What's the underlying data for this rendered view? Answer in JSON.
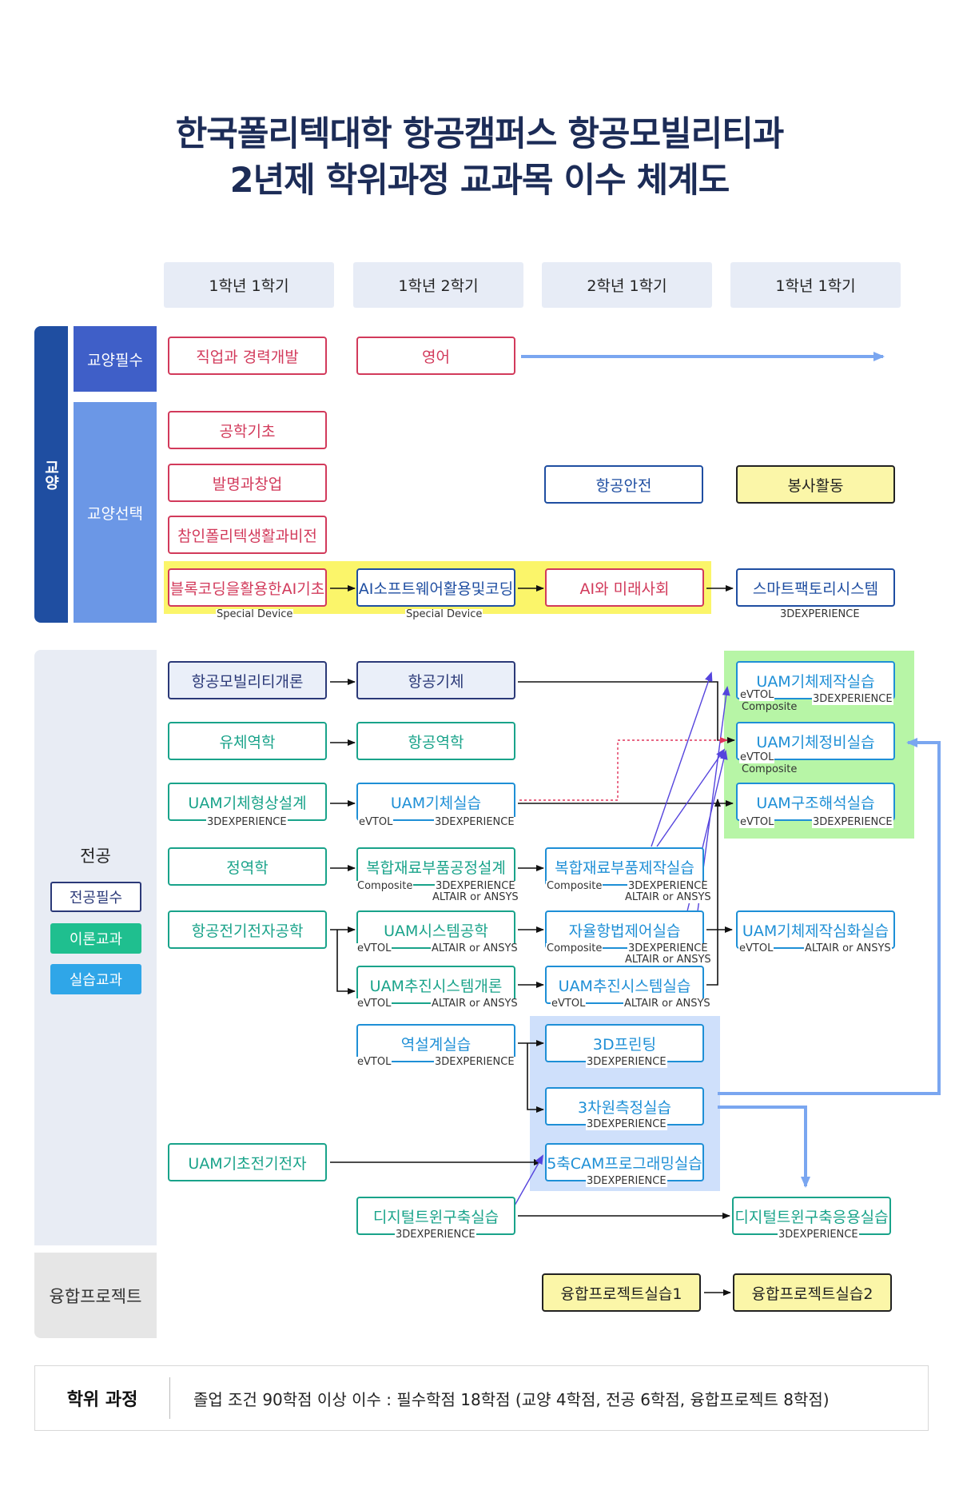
{
  "title": {
    "line1": "한국폴리텍대학 항공캠퍼스 항공모빌리티과",
    "line2": "2년제 학위과정 교과목 이수 체계도"
  },
  "columns": [
    "1학년 1학기",
    "1학년 2학기",
    "2학년 1학기",
    "1학년 1학기"
  ],
  "groups": {
    "liberal": "교양",
    "liberal_required": "교양필수",
    "liberal_elective": "교양선택",
    "major": "전공",
    "fusion": "융합프로젝트"
  },
  "legend": {
    "major_required": "전공필수",
    "theory": "이론교과",
    "practice": "실습교과"
  },
  "courses": {
    "career": "직업과 경력개발",
    "english": "영어",
    "eng_basics": "공학기초",
    "invention": "발명과창업",
    "polytech_vision": "참인폴리텍생활과비전",
    "aviation_safety": "항공안전",
    "volunteer": "봉사활동",
    "block_coding": "블록코딩을활용한AI기초",
    "ai_software": "AI소프트웨어활용및코딩",
    "ai_future": "AI와 미래사회",
    "smart_factory": "스마트팩토리시스템",
    "air_mobility_intro": "항공모빌리티개론",
    "airframe": "항공기체",
    "fluid": "유체역학",
    "aerodynamics": "항공역학",
    "uam_shape_design": "UAM기체형상설계",
    "uam_airframe_lab": "UAM기체실습",
    "statics": "정역학",
    "composite_design": "복합재료부품공정설계",
    "composite_lab": "복합재료부품제작실습",
    "avionics": "항공전기전자공학",
    "uam_system": "UAM시스템공학",
    "autonomous_control": "자율항법제어실습",
    "uam_propulsion_intro": "UAM추진시스템개론",
    "uam_propulsion_lab": "UAM추진시스템실습",
    "reverse_design": "역설계실습",
    "printing_3d": "3D프린팅",
    "measurement_3d": "3차원측정실습",
    "cam_5axis": "5축CAM프로그래밍실습",
    "uam_basic_electronics": "UAM기초전기전자",
    "digital_twin": "디지털트윈구축실습",
    "digital_twin_app": "디지털트윈구축응용실습",
    "uam_fabrication_lab": "UAM기체제작실습",
    "uam_maintenance_lab": "UAM기체정비실습",
    "uam_structure_lab": "UAM구조해석실습",
    "uam_fabrication_adv": "UAM기체제작심화실습",
    "fusion1": "융합프로젝트실습1",
    "fusion2": "융합프로젝트실습2"
  },
  "tools": {
    "special_device": "Special Device",
    "threedx": "3DEXPERIENCE",
    "evtol": "eVTOL",
    "composite": "Composite",
    "altair_ansys_upper": "ALTAIR or ANSYS",
    "altair_ansys": "ALTAIR or ANSYS"
  },
  "footer": {
    "label": "학위 과정",
    "text": "졸업 조건 90학점 이상 이수 : 필수학점 18학점 (교양 4학점, 전공 6학점, 융합프로젝트 8학점)"
  },
  "colors": {
    "liberal_required_box": "#d23a5b",
    "liberal_elective_box": "#1f4ea1",
    "theory": "#19a38a",
    "practice": "#1e8fd6",
    "highlight_yellow": "#fbf56a",
    "highlight_green": "#b7f5a6",
    "highlight_blue": "#cfe0fb"
  }
}
